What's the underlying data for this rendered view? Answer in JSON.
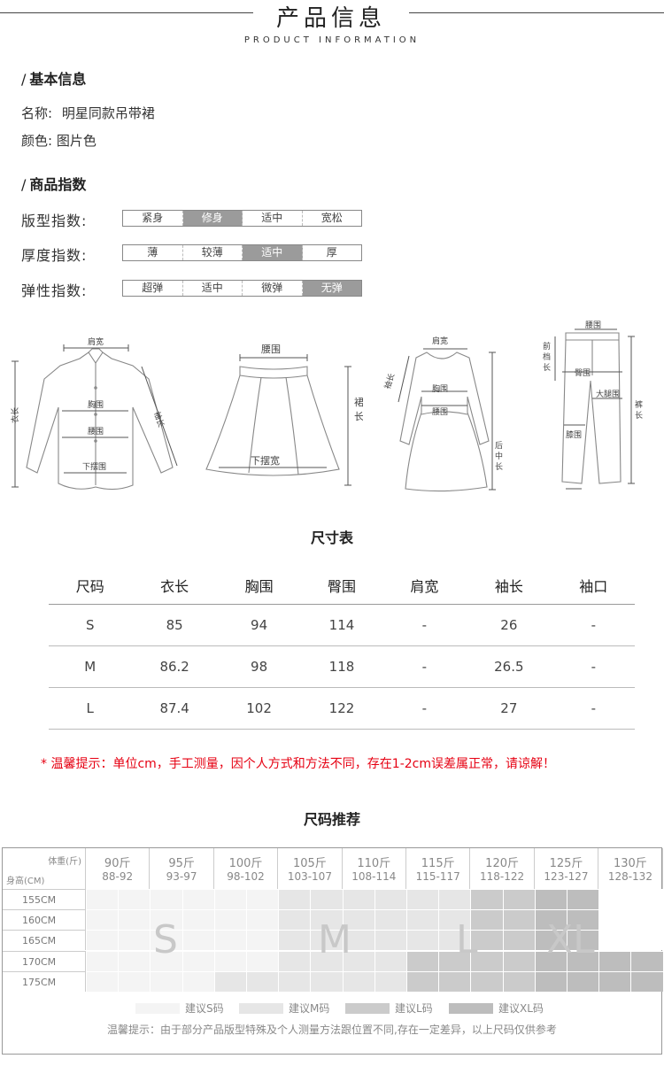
{
  "header": {
    "title": "产品信息",
    "subtitle": "PRODUCT INFORMATION"
  },
  "basic": {
    "title": "基本信息",
    "name_label": "名称:",
    "name_value": "明星同款吊带裙",
    "color_label": "颜色:",
    "color_value": "图片色"
  },
  "index": {
    "title": "商品指数",
    "rows": [
      {
        "label": "版型指数:",
        "options": [
          "紧身",
          "修身",
          "适中",
          "宽松"
        ],
        "selected": 1
      },
      {
        "label": "厚度指数:",
        "options": [
          "薄",
          "较薄",
          "适中",
          "厚"
        ],
        "selected": 2
      },
      {
        "label": "弹性指数:",
        "options": [
          "超弹",
          "适中",
          "微弹",
          "无弹"
        ],
        "selected": 3
      }
    ]
  },
  "figures": {
    "shirt": {
      "shoulder": "肩宽",
      "chest": "胸围",
      "waist": "腰围",
      "hem": "下摆围",
      "sleeve": "袖长",
      "length": "衣长"
    },
    "skirt": {
      "waist": "腰围",
      "hem": "下摆宽",
      "length": "裙长"
    },
    "dress": {
      "shoulder": "肩宽",
      "sleeve": "袖长",
      "chest": "胸围",
      "waist": "腰围",
      "back_length": "后中长"
    },
    "pants": {
      "waist": "腰围",
      "front_rise": "前档长",
      "hip": "臀围",
      "thigh": "大腿围",
      "knee": "膝围",
      "length": "裤长"
    }
  },
  "size_table": {
    "title": "尺寸表",
    "headers": [
      "尺码",
      "衣长",
      "胸围",
      "臀围",
      "肩宽",
      "袖长",
      "袖口"
    ],
    "rows": [
      [
        "S",
        "85",
        "94",
        "114",
        "-",
        "26",
        "-"
      ],
      [
        "M",
        "86.2",
        "98",
        "118",
        "-",
        "26.5",
        "-"
      ],
      [
        "L",
        "87.4",
        "102",
        "122",
        "-",
        "27",
        "-"
      ]
    ]
  },
  "tip": "* 温馨提示：单位cm，手工测量，因个人方式和方法不同，存在1-2cm误差属正常，请谅解！",
  "recommend": {
    "title": "尺码推荐",
    "weight_label": "体重(斤)",
    "height_label": "身高(CM)",
    "weights": [
      {
        "w": "90斤",
        "k": "88-92"
      },
      {
        "w": "95斤",
        "k": "93-97"
      },
      {
        "w": "100斤",
        "k": "98-102"
      },
      {
        "w": "105斤",
        "k": "103-107"
      },
      {
        "w": "110斤",
        "k": "108-114"
      },
      {
        "w": "115斤",
        "k": "115-117"
      },
      {
        "w": "120斤",
        "k": "118-122"
      },
      {
        "w": "125斤",
        "k": "123-127"
      },
      {
        "w": "130斤",
        "k": "128-132"
      }
    ],
    "heights": [
      "155CM",
      "160CM",
      "165CM",
      "170CM",
      "175CM"
    ],
    "sizes": [
      "S",
      "M",
      "L",
      "XL"
    ],
    "legend": [
      "建议S码",
      "建议M码",
      "建议L码",
      "建议XL码"
    ],
    "colors": {
      "S": "#f4f4f4",
      "M": "#e6e6e6",
      "L": "#cbcbcb",
      "XL": "#bdbdbd",
      "none": "#ffffff"
    },
    "note": "温馨提示：由于部分产品版型特殊及个人测量方法跟位置不同,存在一定差异，以上尺码仅供参考"
  }
}
